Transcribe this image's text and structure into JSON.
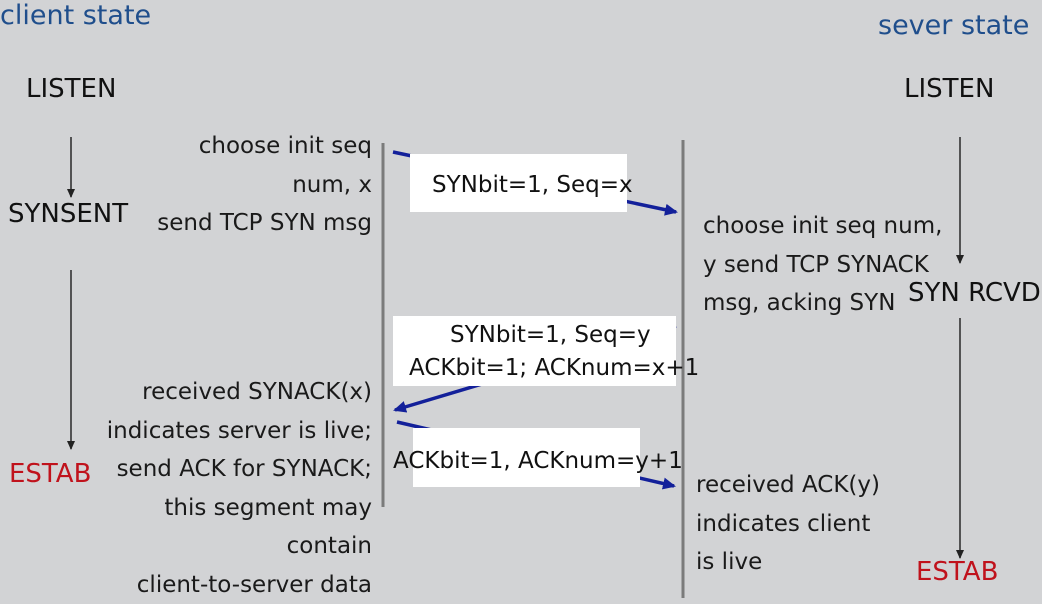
{
  "headers": {
    "client": "client state",
    "server": "sever state"
  },
  "client_states": {
    "listen": "LISTEN",
    "synsent": "SYNSENT",
    "estab": "ESTAB"
  },
  "server_states": {
    "listen": "LISTEN",
    "synrcvd": "SYN RCVD",
    "estab": "ESTAB"
  },
  "client_notes": {
    "choose_init": [
      "choose init seq",
      "num, x",
      "send TCP SYN msg"
    ],
    "received_synack": [
      "received SYNACK(x)",
      "indicates server is live;",
      "send ACK for SYNACK;",
      "this segment may",
      "contain",
      "client-to-server data"
    ]
  },
  "server_notes": {
    "choose_init": [
      "choose init seq num,",
      "y send TCP SYNACK",
      "msg, acking SYN"
    ],
    "received_ack": [
      "received ACK(y)",
      "indicates client",
      "is live"
    ]
  },
  "messages": {
    "syn": [
      "SYNbit=1, Seq=x"
    ],
    "synack": [
      "SYNbit=1, Seq=y",
      "ACKbit=1; ACKnum=x+1"
    ],
    "ack": [
      "ACKbit=1, ACKnum=y+1"
    ]
  },
  "colors": {
    "background": "#d2d3d5",
    "header_text": "#1f4e8c",
    "estab_text": "#c0121c",
    "message_arrow": "#13209a",
    "timeline": "#7b7b7b",
    "state_arrow": "#333333"
  }
}
